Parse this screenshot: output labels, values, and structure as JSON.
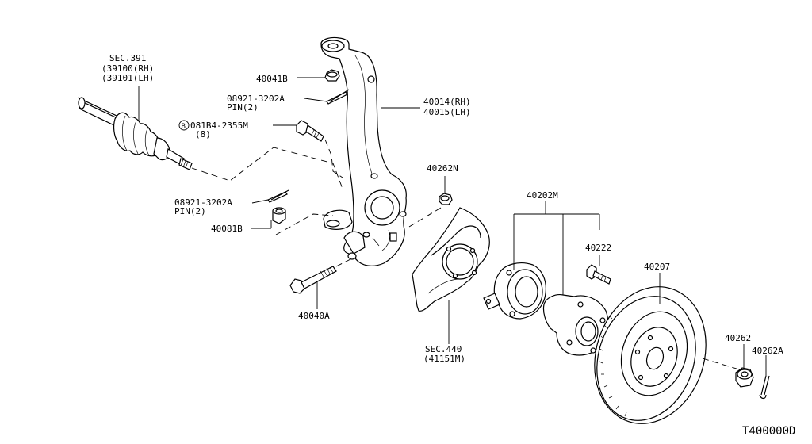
{
  "callouts": {
    "sec391": "SEC.391",
    "p39100": "(39100(RH)",
    "p39101": "(39101(LH)",
    "p40041B": "40041B",
    "p08921_top": "08921-3202A",
    "pin_top": "PIN(2)",
    "bolt_ref_mark": "B",
    "p081B4": "081B4-2355M",
    "p081B4_qty": "(8)",
    "p40014": "40014(RH)",
    "p40015": "40015(LH)",
    "p40262N": "40262N",
    "p08921_mid": "08921-3202A",
    "pin_mid": "PIN(2)",
    "p40081B": "40081B",
    "p40202M": "40202M",
    "p40222": "40222",
    "p40207": "40207",
    "p40040A": "40040A",
    "sec440": "SEC.440",
    "p41151M": "(41151M)",
    "p40262": "40262",
    "p40262A": "40262A",
    "diagram_id": "T400000D"
  }
}
